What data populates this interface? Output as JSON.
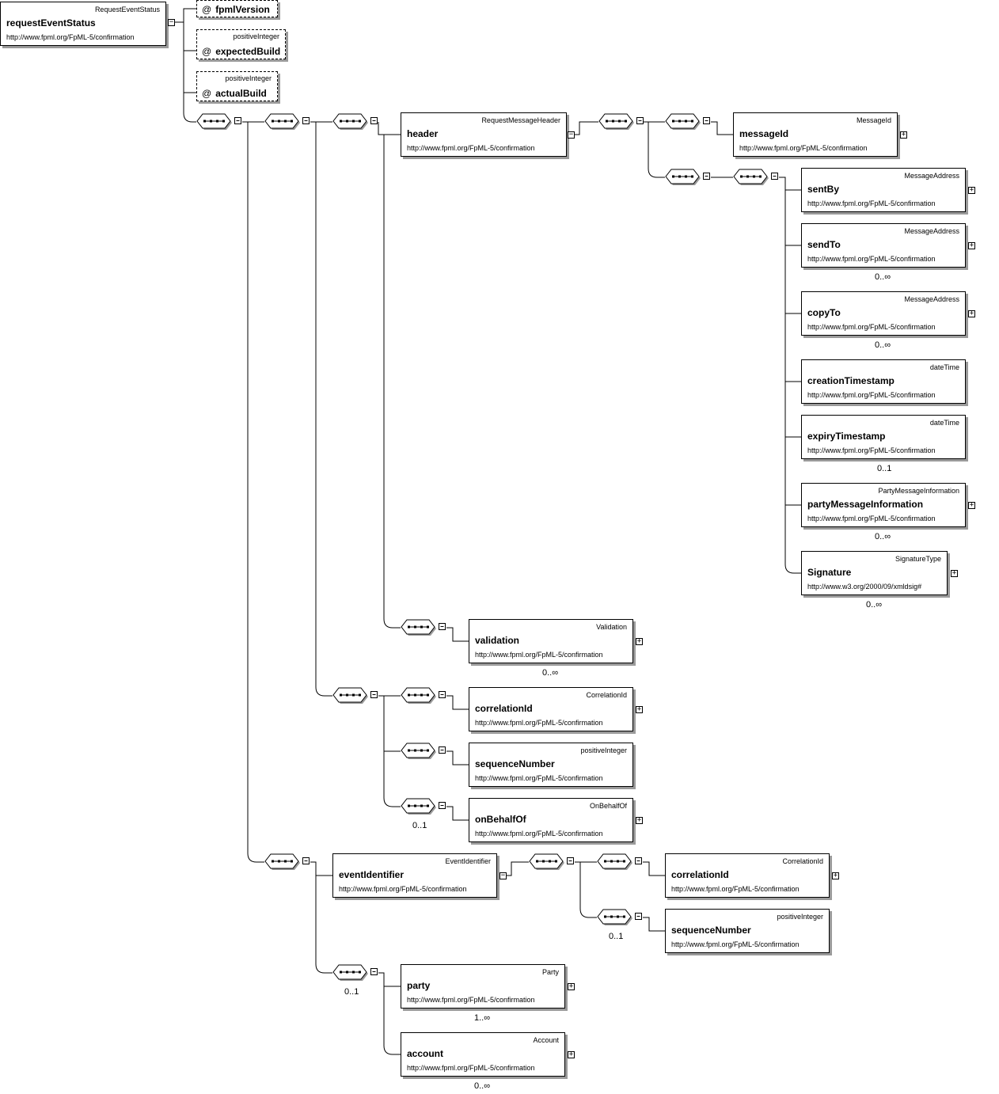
{
  "root": {
    "type": "RequestEventStatus",
    "name": "requestEventStatus",
    "ns": "http://www.fpml.org/FpML-5/confirmation"
  },
  "attributes": {
    "fpml_version": {
      "name": "fpmlVersion"
    },
    "expected_build": {
      "type": "positiveInteger",
      "name": "expectedBuild"
    },
    "actual_build": {
      "type": "positiveInteger",
      "name": "actualBuild"
    },
    "at_symbol": "@"
  },
  "elements": {
    "header": {
      "type": "RequestMessageHeader",
      "name": "header",
      "ns": "http://www.fpml.org/FpML-5/confirmation"
    },
    "message_id": {
      "type": "MessageId",
      "name": "messageId",
      "ns": "http://www.fpml.org/FpML-5/confirmation"
    },
    "sent_by": {
      "type": "MessageAddress",
      "name": "sentBy",
      "ns": "http://www.fpml.org/FpML-5/confirmation"
    },
    "send_to": {
      "type": "MessageAddress",
      "name": "sendTo",
      "ns": "http://www.fpml.org/FpML-5/confirmation",
      "card": "0..∞"
    },
    "copy_to": {
      "type": "MessageAddress",
      "name": "copyTo",
      "ns": "http://www.fpml.org/FpML-5/confirmation",
      "card": "0..∞"
    },
    "creation_timestamp": {
      "type": "dateTime",
      "name": "creationTimestamp",
      "ns": "http://www.fpml.org/FpML-5/confirmation"
    },
    "expiry_timestamp": {
      "type": "dateTime",
      "name": "expiryTimestamp",
      "ns": "http://www.fpml.org/FpML-5/confirmation",
      "card": "0..1"
    },
    "party_message_information": {
      "type": "PartyMessageInformation",
      "name": "partyMessageInformation",
      "ns": "http://www.fpml.org/FpML-5/confirmation",
      "card": "0..∞"
    },
    "signature": {
      "type": "SignatureType",
      "name": "Signature",
      "ns": "http://www.w3.org/2000/09/xmldsig#",
      "card": "0..∞"
    },
    "validation": {
      "type": "Validation",
      "name": "validation",
      "ns": "http://www.fpml.org/FpML-5/confirmation",
      "card": "0..∞"
    },
    "correlation_id": {
      "type": "CorrelationId",
      "name": "correlationId",
      "ns": "http://www.fpml.org/FpML-5/confirmation"
    },
    "sequence_number": {
      "type": "positiveInteger",
      "name": "sequenceNumber",
      "ns": "http://www.fpml.org/FpML-5/confirmation"
    },
    "on_behalf_of": {
      "type": "OnBehalfOf",
      "name": "onBehalfOf",
      "ns": "http://www.fpml.org/FpML-5/confirmation"
    },
    "event_identifier": {
      "type": "EventIdentifier",
      "name": "eventIdentifier",
      "ns": "http://www.fpml.org/FpML-5/confirmation"
    },
    "event_correlation_id": {
      "type": "CorrelationId",
      "name": "correlationId",
      "ns": "http://www.fpml.org/FpML-5/confirmation"
    },
    "event_sequence_number": {
      "type": "positiveInteger",
      "name": "sequenceNumber",
      "ns": "http://www.fpml.org/FpML-5/confirmation"
    },
    "party": {
      "type": "Party",
      "name": "party",
      "ns": "http://www.fpml.org/FpML-5/confirmation",
      "card": "1..∞"
    },
    "account": {
      "type": "Account",
      "name": "account",
      "ns": "http://www.fpml.org/FpML-5/confirmation",
      "card": "0..∞"
    }
  },
  "sequence_cardinalities": {
    "on_behalf_of_seq": "0..1",
    "event_sequence_number_seq": "0..1",
    "party_seq": "0..1"
  },
  "symbols": {
    "expand": "+",
    "collapse": "−"
  }
}
